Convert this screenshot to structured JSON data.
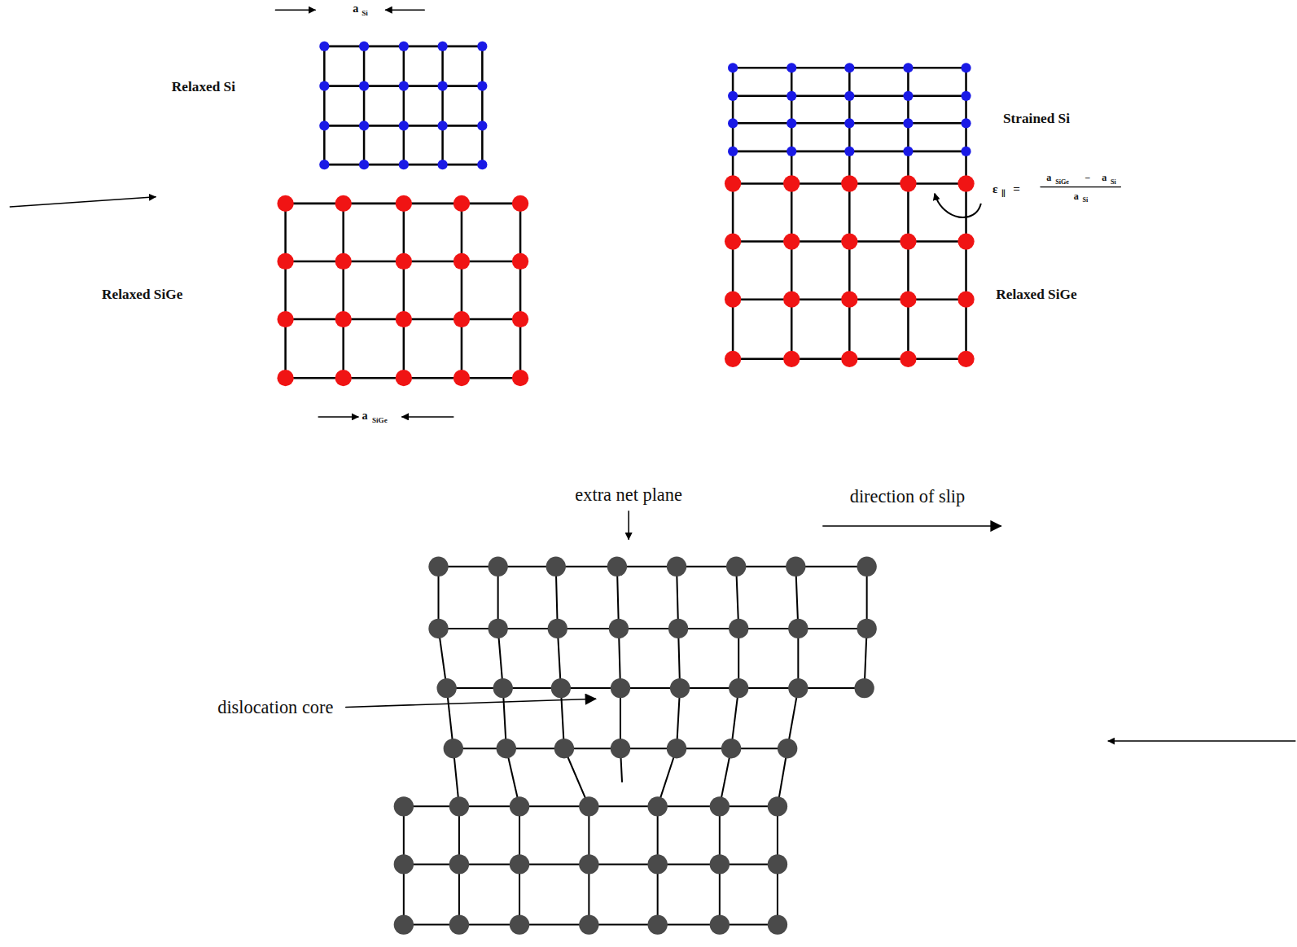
{
  "diagram": {
    "labels": [
      "a",
      "Si",
      "Relaxed Si",
      "Relaxed SiGe",
      "a",
      "SiGe",
      "Strained Si",
      "ε",
      "∥",
      "=",
      "a",
      "SiGe",
      "−",
      "a",
      "Si",
      "a",
      "Si",
      "Relaxed SiGe",
      "extra net plane",
      "direction of slip",
      "dislocation core"
    ]
  }
}
